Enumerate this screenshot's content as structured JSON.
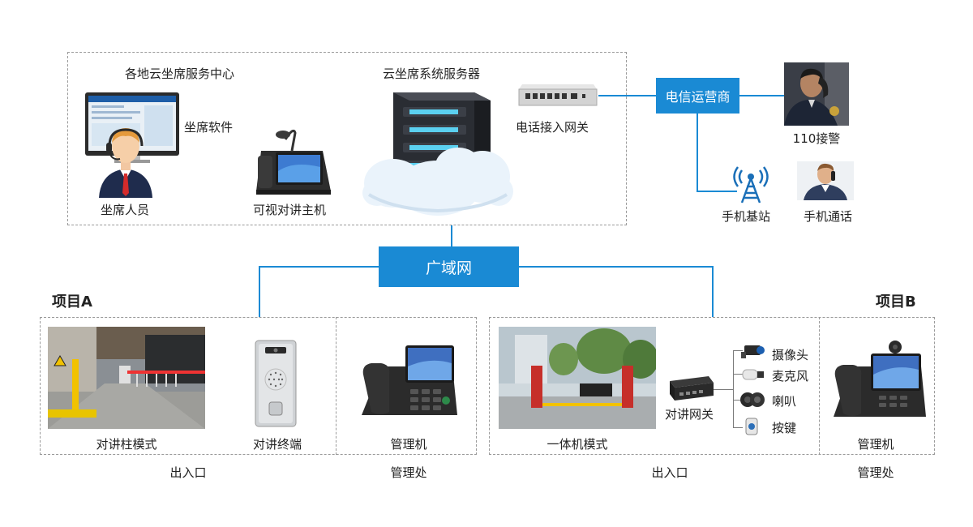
{
  "center": {
    "title": "各地云坐席服务中心",
    "software": "坐席软件",
    "staff": "坐席人员",
    "video_host": "可视对讲主机",
    "server": "云坐席系统服务器",
    "gateway": "电话接入网关"
  },
  "telecom": {
    "operator": "电信运营商",
    "police": "110接警",
    "base_station": "手机基站",
    "mobile_call": "手机通话"
  },
  "wan": "广域网",
  "project_a": {
    "title": "项目A",
    "pillar_mode": "对讲柱模式",
    "terminal": "对讲终端",
    "manager": "管理机",
    "entrance": "出入口",
    "office": "管理处"
  },
  "project_b": {
    "title": "项目B",
    "all_in_one": "一体机模式",
    "gateway": "对讲网关",
    "camera": "摄像头",
    "mic": "麦克风",
    "speaker": "喇叭",
    "button": "按键",
    "manager": "管理机",
    "entrance": "出入口",
    "office": "管理处"
  },
  "colors": {
    "accent": "#1a8ad4",
    "dashed_border": "#9a9a9a"
  }
}
